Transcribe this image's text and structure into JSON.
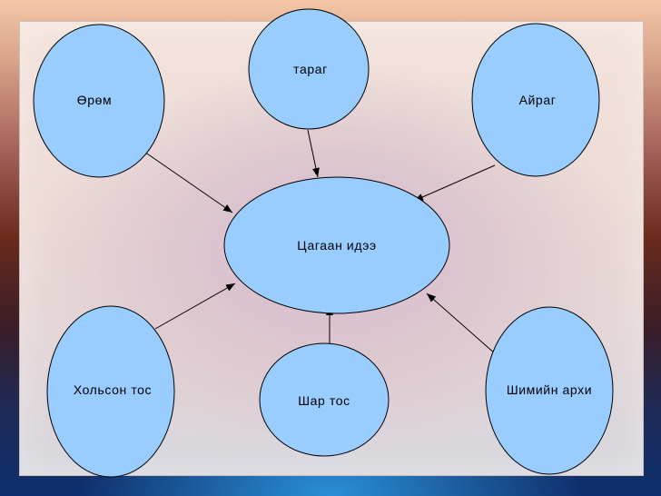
{
  "diagram": {
    "center": {
      "label": "Цагаан идээ"
    },
    "nodes": [
      {
        "id": "orom",
        "label": "Өрөм"
      },
      {
        "id": "tarag",
        "label": "тараг"
      },
      {
        "id": "airag",
        "label": "Айраг"
      },
      {
        "id": "holson-tos",
        "label": "Хольсон тос"
      },
      {
        "id": "shar-tos",
        "label": "Шар тос"
      },
      {
        "id": "shimiin-arkhi",
        "label": "Шимийн архи"
      }
    ],
    "edges": [
      {
        "from": "orom",
        "to": "center"
      },
      {
        "from": "tarag",
        "to": "center"
      },
      {
        "from": "airag",
        "to": "center"
      },
      {
        "from": "holson-tos",
        "to": "center"
      },
      {
        "from": "shar-tos",
        "to": "center"
      },
      {
        "from": "shimiin-arkhi",
        "to": "center"
      }
    ],
    "colors": {
      "node_fill": "#99ccff",
      "node_stroke": "#000000",
      "edge": "#000000"
    }
  }
}
